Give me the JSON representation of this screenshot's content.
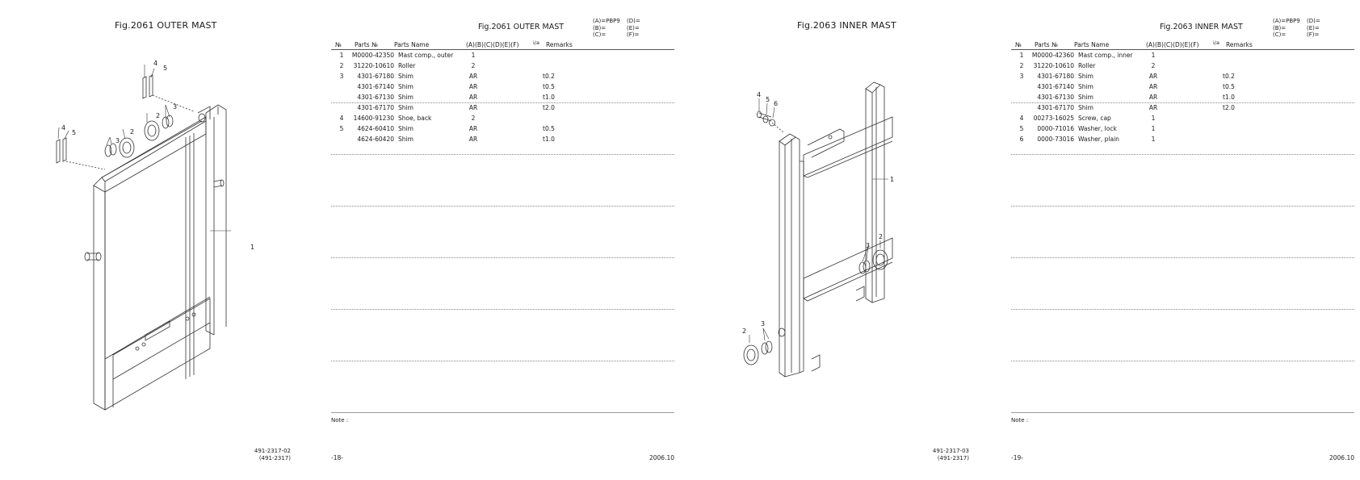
{
  "left_sheet": {
    "title": "Fig.2061  OUTER MAST",
    "callouts": [
      "4",
      "5",
      "2",
      "3",
      "4",
      "5",
      "3",
      "2",
      "1"
    ],
    "drawing_code": [
      "491-2317-02",
      "(491-2317)"
    ]
  },
  "right_sheet": {
    "title": "Fig.2063  INNER MAST",
    "callouts": [
      "4",
      "5",
      "6",
      "1",
      "2",
      "3",
      "3",
      "2"
    ],
    "drawing_code": [
      "491-2317-03",
      "(491-2317)"
    ]
  },
  "page1": {
    "title": "Fig.2061  OUTER MAST",
    "models": [
      {
        "a": "(A)=PBP9",
        "b": "(D)="
      },
      {
        "a": "(B)=",
        "b": "(E)="
      },
      {
        "a": "(C)=",
        "b": "(F)="
      }
    ],
    "headers": {
      "no": "№",
      "part": "Parts №",
      "name": "Parts Name",
      "qty": "(A)(B)(C)(D)(E)(F)",
      "ia": "i/a",
      "remarks": "Remarks"
    },
    "rows": [
      {
        "no": "1",
        "part": "M0000-42350",
        "name": "Mast comp., outer",
        "qty": "1",
        "remarks": ""
      },
      {
        "no": "2",
        "part": "31220-10610",
        "name": "Roller",
        "qty": "2",
        "remarks": ""
      },
      {
        "no": "3",
        "part": "4301-67180",
        "name": "Shim",
        "qty": "AR",
        "remarks": "t0.2"
      },
      {
        "no": "",
        "part": "4301-67140",
        "name": "Shim",
        "qty": "AR",
        "remarks": "t0.5"
      },
      {
        "no": "",
        "part": "4301-67130",
        "name": "Shim",
        "qty": "AR",
        "remarks": "t1.0"
      },
      {
        "no": "",
        "part": "4301-67170",
        "name": "Shim",
        "qty": "AR",
        "remarks": "t2.0"
      },
      {
        "no": "4",
        "part": "14600-91230",
        "name": "Shoe, back",
        "qty": "2",
        "remarks": ""
      },
      {
        "no": "5",
        "part": "4624-60410",
        "name": "Shim",
        "qty": "AR",
        "remarks": "t0.5"
      },
      {
        "no": "",
        "part": "4624-60420",
        "name": "Shim",
        "qty": "AR",
        "remarks": "t1.0"
      }
    ],
    "note": "Note :",
    "page_no": "-18-",
    "date": "2006.10"
  },
  "page2": {
    "title": "Fig.2063  INNER MAST",
    "models": [
      {
        "a": "(A)=PBP9",
        "b": "(D)="
      },
      {
        "a": "(B)=",
        "b": "(E)="
      },
      {
        "a": "(C)=",
        "b": "(F)="
      }
    ],
    "headers": {
      "no": "№",
      "part": "Parts №",
      "name": "Parts Name",
      "qty": "(A)(B)(C)(D)(E)(F)",
      "ia": "i/a",
      "remarks": "Remarks"
    },
    "rows": [
      {
        "no": "1",
        "part": "M0000-42360",
        "name": "Mast comp., inner",
        "qty": "1",
        "remarks": ""
      },
      {
        "no": "2",
        "part": "31220-10610",
        "name": "Roller",
        "qty": "2",
        "remarks": ""
      },
      {
        "no": "3",
        "part": "4301-67180",
        "name": "Shim",
        "qty": "AR",
        "remarks": "t0.2"
      },
      {
        "no": "",
        "part": "4301-67140",
        "name": "Shim",
        "qty": "AR",
        "remarks": "t0.5"
      },
      {
        "no": "",
        "part": "4301-67130",
        "name": "Shim",
        "qty": "AR",
        "remarks": "t1.0"
      },
      {
        "no": "",
        "part": "4301-67170",
        "name": "Shim",
        "qty": "AR",
        "remarks": "t2.0"
      },
      {
        "no": "4",
        "part": "00273-16025",
        "name": "Screw, cap",
        "qty": "1",
        "remarks": ""
      },
      {
        "no": "5",
        "part": "0000-71016",
        "name": "Washer, lock",
        "qty": "1",
        "remarks": ""
      },
      {
        "no": "6",
        "part": "0000-73016",
        "name": "Washer, plain",
        "qty": "1",
        "remarks": ""
      }
    ],
    "note": "Note :",
    "page_no": "-19-",
    "date": "2006.10"
  }
}
